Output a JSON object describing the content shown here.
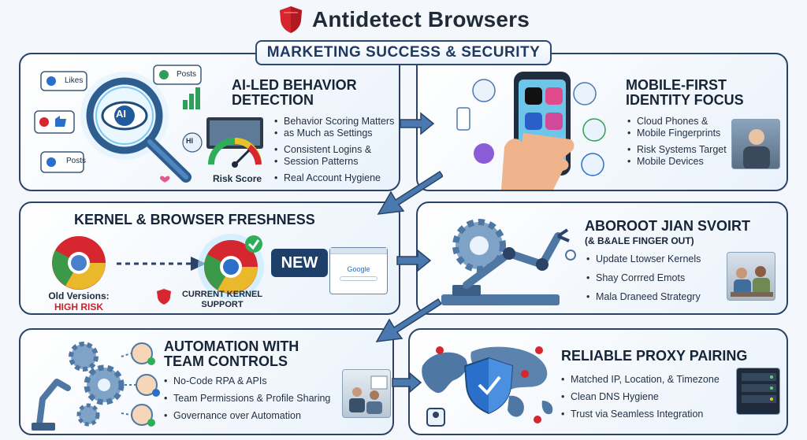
{
  "header": {
    "title": "Antidetect Browsers",
    "banner": "MARKETING SUCCESS & SECURITY"
  },
  "colors": {
    "accent": "#2a4366",
    "brand_red": "#d6262f",
    "blue": "#2a6fc9"
  },
  "panels": {
    "behavior": {
      "title_line1": "AI-LED BEHAVIOR",
      "title_line2": "DETECTION",
      "bubbles": [
        "Likes",
        "Posts",
        "Posts"
      ],
      "center_label": "AI",
      "hi_label": "HI",
      "gauge_label": "Risk Score",
      "bullets": [
        "Behavior Scoring Matters",
        "as Much as Settings",
        "Consistent Logins &",
        "Session Patterns",
        "Real Account Hygiene"
      ]
    },
    "mobile": {
      "title_line1": "MOBILE-FIRST",
      "title_line2": "IDENTITY FOCUS",
      "bullets": [
        "Cloud Phones &",
        "Mobile Fingerprints",
        "Risk Systems Target",
        "Mobile Devices"
      ]
    },
    "kernel": {
      "title": "KERNEL & BROWSER FRESHNESS",
      "old_label": "Old Versions:",
      "old_risk": "HIGH RISK",
      "new_badge": "NEW",
      "support_line1": "CURRENT KERNEL",
      "support_line2": "SUPPORT",
      "search_logo": "Google"
    },
    "fingerprint": {
      "title_line1": "ABOROOT JIAN SVOIRT",
      "title_line2": "(& B&ALE FINGER OUT)",
      "bullets": [
        "Update Ltowser Kernels",
        "Shay Corrred Emots",
        "Mala Draneed Strategry"
      ]
    },
    "automation": {
      "title_line1": "AUTOMATION WITH",
      "title_line2": "TEAM CONTROLS",
      "bullets": [
        "No-Code RPA & APIs",
        "Team Permissions & Profile Sharing",
        "Governance over Automation"
      ]
    },
    "proxy": {
      "title": "RELIABLE PROXY PAIRING",
      "bullets": [
        "Matched IP, Location, & Timezone",
        "Clean DNS Hygiene",
        "Trust via Seamless Integration"
      ]
    }
  }
}
